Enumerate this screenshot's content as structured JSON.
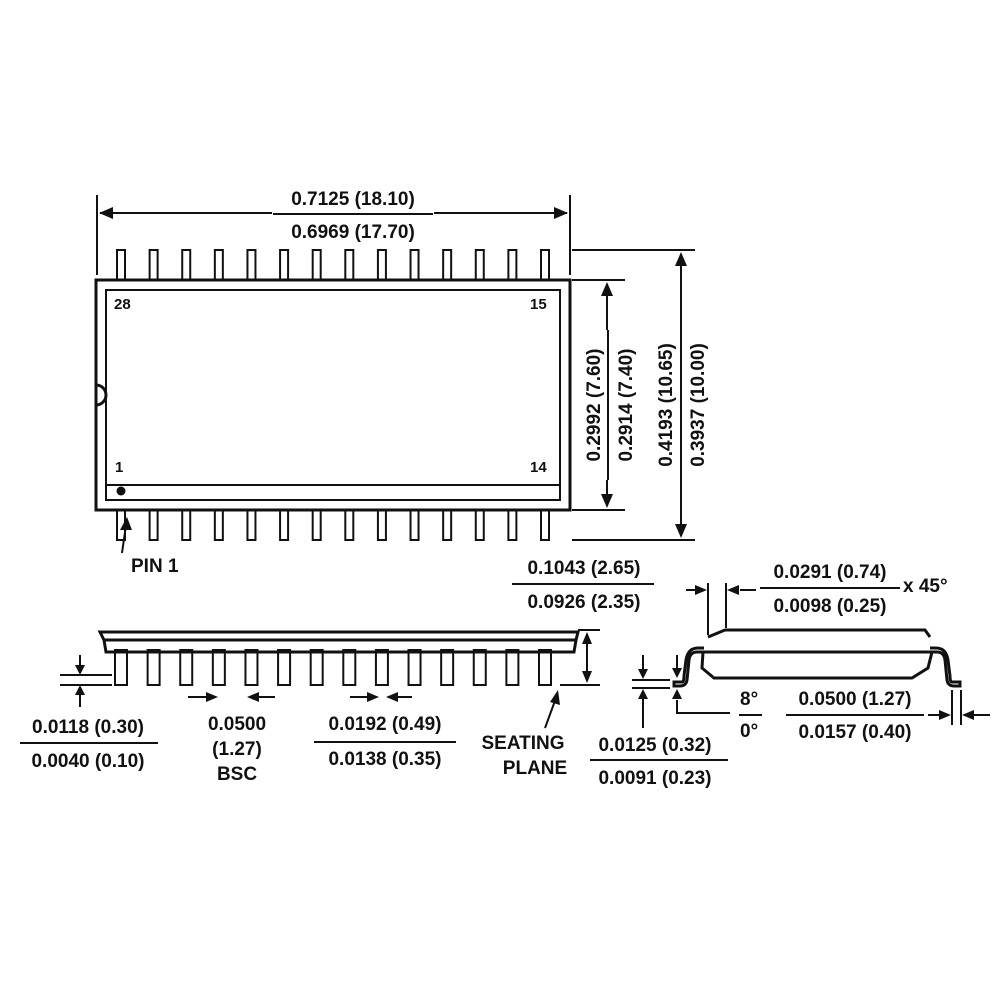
{
  "top_view": {
    "length_max": "0.7125 (18.10)",
    "length_min": "0.6969 (17.70)",
    "body_width_max": "0.2992 (7.60)",
    "body_width_min": "0.2914 (7.40)",
    "overall_width_max": "0.4193 (10.65)",
    "overall_width_min": "0.3937 (10.00)",
    "pin_labels": {
      "p28": "28",
      "p15": "15",
      "p1": "1",
      "p14": "14"
    },
    "pin1_label": "PIN 1",
    "pins_per_side": 14
  },
  "side_view": {
    "standoff_max": "0.0118 (0.30)",
    "standoff_min": "0.0040 (0.10)",
    "pitch": "0.0500",
    "pitch_mm": "(1.27)",
    "pitch_note": "BSC",
    "lead_width_max": "0.0192 (0.49)",
    "lead_width_min": "0.0138 (0.35)",
    "height_max": "0.1043 (2.65)",
    "height_min": "0.0926 (2.35)",
    "seating_1": "SEATING",
    "seating_2": "PLANE"
  },
  "end_view": {
    "chamfer_max": "0.0291 (0.74)",
    "chamfer_min": "0.0098 (0.25)",
    "chamfer_angle": "x 45°",
    "lead_thick_max": "0.0125 (0.32)",
    "lead_thick_min": "0.0091 (0.23)",
    "angle_max": "8°",
    "angle_min": "0°",
    "foot_max": "0.0500 (1.27)",
    "foot_min": "0.0157 (0.40)"
  }
}
